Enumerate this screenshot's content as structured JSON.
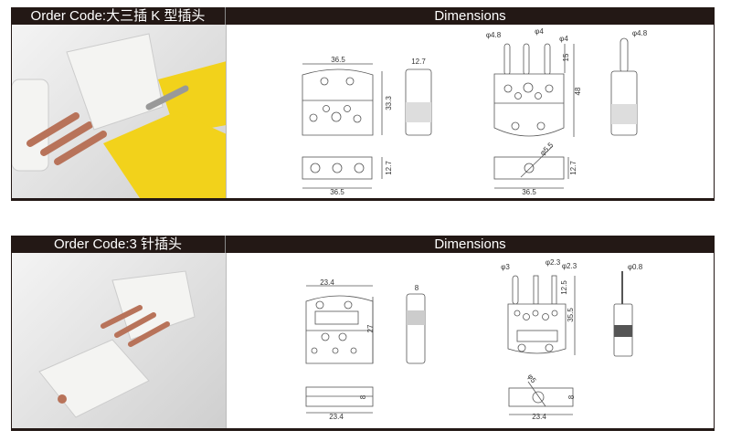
{
  "sections": [
    {
      "order_code": "Order Code:大三插 K 型插头",
      "dimensions_title": "Dimensions",
      "female": {
        "width": "36.5",
        "height": "33.3",
        "side_width": "12.7",
        "bottom_height": "12.7",
        "bottom_width": "36.5"
      },
      "male": {
        "pin_dia_left": "φ4.8",
        "pin_dia_mid": "φ4",
        "pin_dia_right": "φ4",
        "pin_length": "15",
        "height": "48",
        "hole_dia": "φ5.5",
        "bottom_height": "12.7",
        "bottom_width": "36.5",
        "side_pin_dia": "φ4.8"
      }
    },
    {
      "order_code": "Order Code:3 针插头",
      "dimensions_title": "Dimensions",
      "female": {
        "width": "23.4",
        "height": "27",
        "side_width": "8",
        "bottom_height": "8",
        "bottom_width": "23.4"
      },
      "male": {
        "pin_dia_left": "φ3",
        "pin_dia_mid": "φ2.3",
        "pin_dia_right": "φ2.3",
        "pin_length": "12.5",
        "height": "35.5",
        "hole_dia": "φ5",
        "bottom_height": "8",
        "bottom_width": "23.4",
        "side_pin_dia": "φ0.8"
      }
    }
  ],
  "colors": {
    "header": "#231815",
    "yellow": "#f2d21b",
    "white_ceramic": "#f4f4f2",
    "copper": "#b8735a"
  }
}
